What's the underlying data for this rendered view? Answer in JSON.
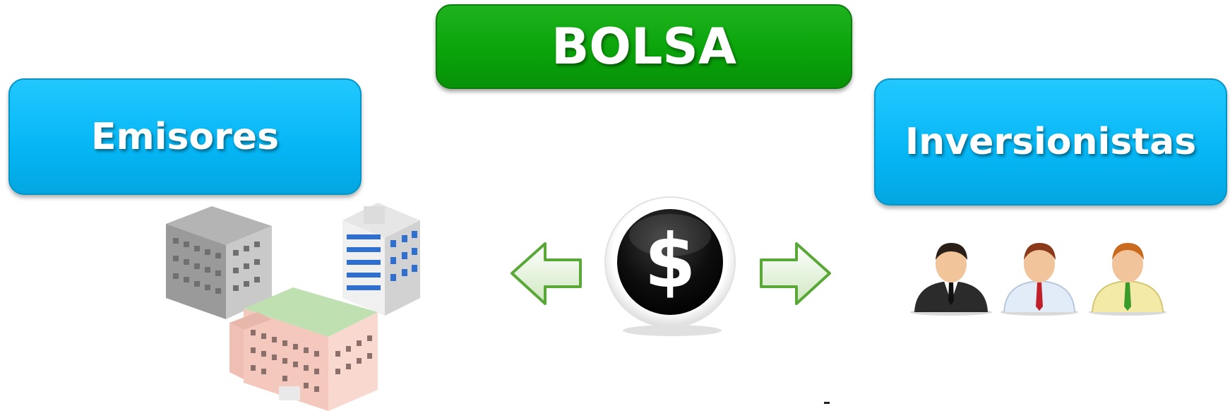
{
  "title": "BOLSA",
  "left_box": {
    "label": "Emisores"
  },
  "right_box": {
    "label": "Inversionistas"
  },
  "icons": {
    "buildings": [
      "gray-building-icon",
      "blue-building-icon",
      "pink-building-icon"
    ],
    "center": "dollar-coin-icon",
    "arrows": [
      "left-arrow-icon",
      "right-arrow-icon"
    ],
    "people": [
      "investor-black-suit-icon",
      "investor-red-tie-icon",
      "investor-green-tie-icon"
    ]
  },
  "colors": {
    "title_green": "#0aa40a",
    "box_blue": "#05b6f5",
    "arrow_green": "#5aa838",
    "coin_black": "#0a0a0a"
  }
}
